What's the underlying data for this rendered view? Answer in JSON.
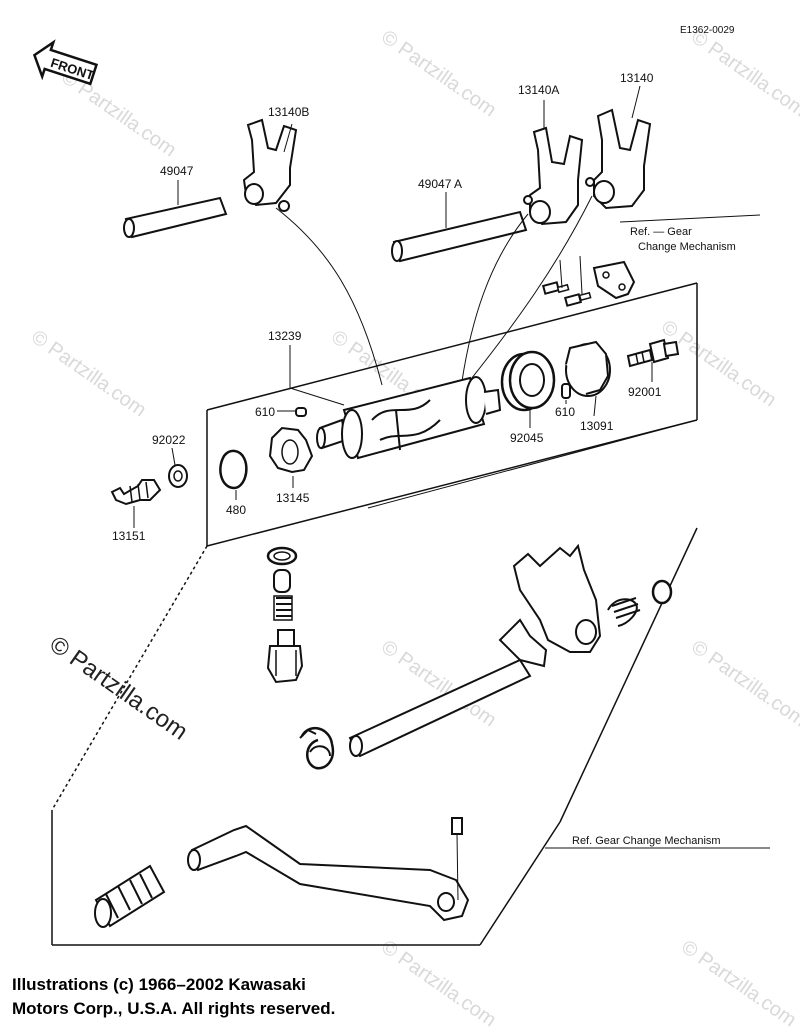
{
  "diagram_code": "E1362-0029",
  "direction_label": "FRONT",
  "ref_top": [
    "Ref. — Gear",
    "Change Mechanism"
  ],
  "ref_bottom": "Ref.  Gear Change Mechanism",
  "watermark": "© Partzilla.com",
  "watermark_large": "© Partzilla.com",
  "copyright": [
    "Illustrations (c) 1966–2002 Kawasaki",
    "Motors Corp., U.S.A.  All rights reserved."
  ],
  "parts": {
    "p13140B": "13140B",
    "p49047": "49047",
    "p49047A": "49047 A",
    "p13140A": "13140A",
    "p13140": "13140",
    "p13239": "13239",
    "p610a": "610",
    "p92022": "92022",
    "p13145": "13145",
    "p480": "480",
    "p13151": "13151",
    "p92045": "92045",
    "p610b": "610",
    "p13091": "13091",
    "p92001": "92001"
  }
}
